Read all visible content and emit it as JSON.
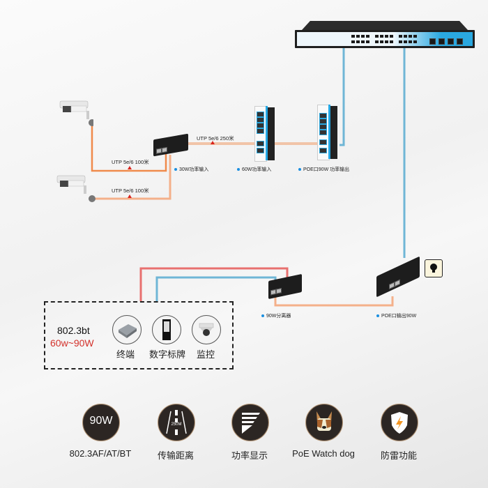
{
  "diagram": {
    "cable_labels": {
      "camera1": "UTP 5e/6 100米",
      "camera2": "UTP 5e/6 100米",
      "backbone": "UTP 5e/6 250米"
    },
    "device_labels": {
      "splitter_30w": "30W功率输入",
      "din_switch_60w": "60W功率输入",
      "din_switch_poe90w": "POE口90W 功率输出",
      "splitter_90w": "90W分离器",
      "injector_90w": "POE口输出90W"
    },
    "standard_box": {
      "standard": "802.3bt",
      "power_range": "60w~90W",
      "devices": [
        {
          "label": "终端",
          "icon": "ap-terminal-icon"
        },
        {
          "label": "数字标牌",
          "icon": "digital-signage-icon"
        },
        {
          "label": "监控",
          "icon": "dome-camera-icon"
        }
      ]
    },
    "colors": {
      "cable_orange": "#f08a4b",
      "cable_blue": "#6fb6d6",
      "cable_red": "#e8706f",
      "power_range_red": "#d3312b",
      "accent_blue": "#23a7e4",
      "feature_icon_bg": "#2c2623"
    }
  },
  "features": [
    {
      "icon_text": "90W",
      "label": "802.3AF/AT/BT",
      "icon": "power-90w-icon"
    },
    {
      "icon_text": "250M",
      "label": "传输距离",
      "icon": "road-distance-icon"
    },
    {
      "icon_text": "",
      "label": "功率显示",
      "icon": "power-display-icon"
    },
    {
      "icon_text": "",
      "label": "PoE Watch dog",
      "icon": "watch-dog-icon"
    },
    {
      "icon_text": "",
      "label": "防雷功能",
      "icon": "lightning-shield-icon"
    }
  ]
}
